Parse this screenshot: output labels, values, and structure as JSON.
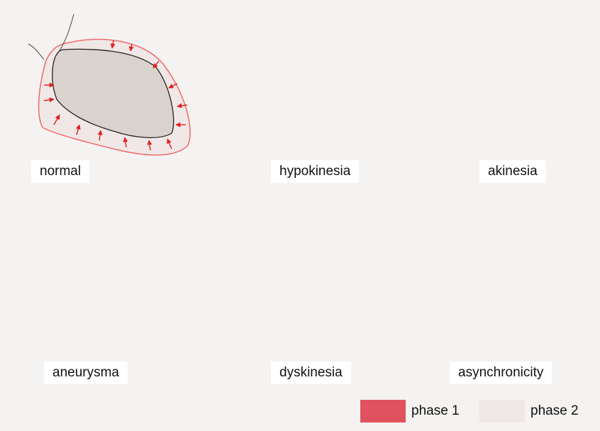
{
  "panels": [
    {
      "label": "normal"
    },
    {
      "label": "hypokinesia"
    },
    {
      "label": "akinesia"
    },
    {
      "label": "aneurysma"
    },
    {
      "label": "dyskinesia"
    },
    {
      "label": "asynchronicity"
    }
  ],
  "legend": {
    "phase1": "phase 1",
    "phase2": "phase 2"
  },
  "colors": {
    "cavity": "#d9d2cd",
    "wall": "#ef6a6a",
    "arrow": "#e0201d",
    "phase1": "#e0525e",
    "phase2": "#efe7e7",
    "outline": "#222222"
  }
}
